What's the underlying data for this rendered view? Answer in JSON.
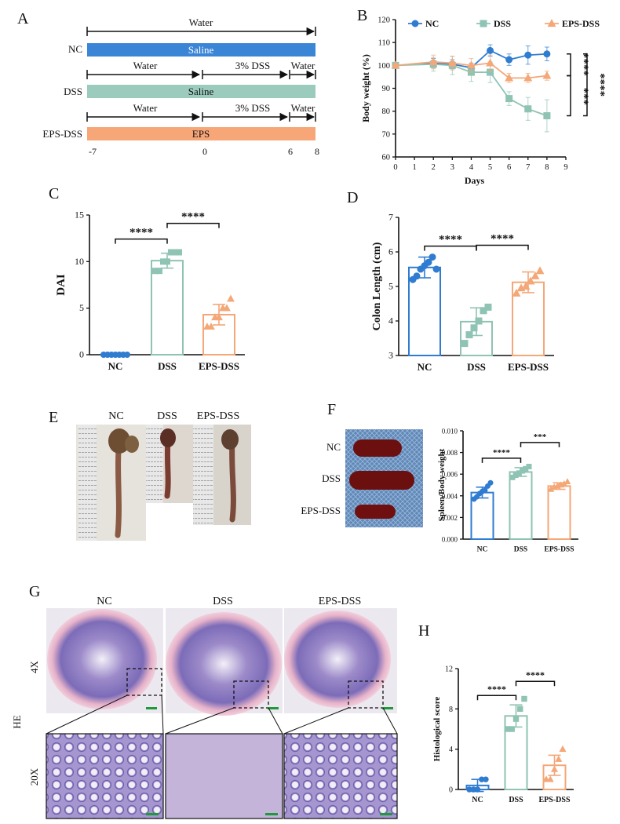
{
  "panel_letters": {
    "A": "A",
    "B": "B",
    "C": "C",
    "D": "D",
    "E": "E",
    "F": "F",
    "G": "G",
    "H": "H"
  },
  "colors": {
    "NC": "#2f7cd1",
    "DSS": "#8fc3b4",
    "EPS-DSS": "#f4a777"
  },
  "scheme": {
    "groups": [
      {
        "name": "NC",
        "bar_label": "Saline",
        "bar_color": "#3a85d6",
        "segments": [
          {
            "label": "Water",
            "from": -7,
            "to": 8
          }
        ]
      },
      {
        "name": "DSS",
        "bar_label": "Saline",
        "bar_color": "#9bcbbd",
        "segments": [
          {
            "label": "Water",
            "from": -7,
            "to": 0
          },
          {
            "label": "3% DSS",
            "from": 0,
            "to": 6
          },
          {
            "label": "Water",
            "from": 6,
            "to": 8
          }
        ]
      },
      {
        "name": "EPS-DSS",
        "bar_label": "EPS",
        "bar_color": "#f7a678",
        "segments": [
          {
            "label": "Water",
            "from": -7,
            "to": 0
          },
          {
            "label": "3% DSS",
            "from": 0,
            "to": 6
          },
          {
            "label": "Water",
            "from": 6,
            "to": 8
          }
        ]
      }
    ],
    "day_ticks": [
      "-7",
      "0",
      "6",
      "8"
    ]
  },
  "chart_data": [
    {
      "id": "B",
      "type": "line",
      "xlabel": "Days",
      "ylabel": "Body weight (%)",
      "xlim": [
        0,
        9
      ],
      "ylim": [
        60,
        120
      ],
      "xticks": [
        0,
        1,
        2,
        3,
        4,
        5,
        6,
        7,
        8,
        9
      ],
      "yticks": [
        60,
        70,
        80,
        90,
        100,
        110,
        120
      ],
      "legend": "top",
      "x": [
        0,
        2,
        3,
        4,
        5,
        6,
        7,
        8
      ],
      "series": [
        {
          "name": "NC",
          "marker": "circle",
          "color": "#2f7cd1",
          "values": [
            100,
            101,
            100.5,
            99,
            106.5,
            102.5,
            104.5,
            105
          ],
          "err": [
            0.5,
            2,
            2,
            2,
            2.5,
            2.5,
            4,
            3
          ]
        },
        {
          "name": "DSS",
          "marker": "square",
          "color": "#8fc3b4",
          "values": [
            100,
            100.5,
            100,
            97,
            97,
            85.5,
            81,
            78
          ],
          "err": [
            0.5,
            3,
            4,
            4,
            4.5,
            3,
            5,
            7
          ]
        },
        {
          "name": "EPS-DSS",
          "marker": "triangle",
          "color": "#f4a777",
          "values": [
            100,
            101.5,
            101,
            100,
            101,
            94.5,
            94.5,
            95.5
          ],
          "err": [
            0.5,
            3,
            3,
            3,
            3.5,
            2,
            2,
            2
          ]
        }
      ],
      "annotations": [
        "****",
        "***",
        "****"
      ]
    },
    {
      "id": "C",
      "type": "bar",
      "ylabel": "DAI",
      "categories": [
        "NC",
        "DSS",
        "EPS-DSS"
      ],
      "values": [
        0,
        10.1,
        4.3
      ],
      "err": [
        0,
        0.8,
        1.1
      ],
      "ylim": [
        0,
        15
      ],
      "yticks": [
        0,
        5,
        10,
        15
      ],
      "points": [
        [
          0,
          0,
          0,
          0,
          0,
          0,
          0
        ],
        [
          9,
          9,
          10,
          10,
          11,
          11,
          11
        ],
        [
          3,
          3,
          4,
          4,
          5,
          5,
          6
        ]
      ],
      "markers": [
        "circle",
        "square",
        "triangle"
      ],
      "annotations": [
        "****",
        "****"
      ]
    },
    {
      "id": "D",
      "type": "bar",
      "ylabel": "Colon Length (cm)",
      "categories": [
        "NC",
        "DSS",
        "EPS-DSS"
      ],
      "values": [
        5.55,
        3.98,
        5.12
      ],
      "err": [
        0.3,
        0.4,
        0.3
      ],
      "ylim": [
        3,
        7
      ],
      "yticks": [
        3,
        4,
        5,
        6,
        7
      ],
      "points": [
        [
          5.2,
          5.3,
          5.5,
          5.6,
          5.7,
          5.85,
          5.5
        ],
        [
          3.35,
          3.6,
          3.8,
          4.0,
          4.3,
          4.4
        ],
        [
          4.8,
          4.95,
          5.0,
          5.15,
          5.3,
          5.45
        ]
      ],
      "markers": [
        "circle",
        "square",
        "triangle"
      ],
      "annotations": [
        "****",
        "****"
      ]
    },
    {
      "id": "F",
      "type": "bar",
      "ylabel": "Spleen/Body weight",
      "categories": [
        "NC",
        "DSS",
        "EPS-DSS"
      ],
      "values": [
        0.0043,
        0.0062,
        0.0049
      ],
      "err": [
        0.0005,
        0.0004,
        0.0003
      ],
      "ylim": [
        0,
        0.01
      ],
      "yticks": [
        "0.000",
        "0.002",
        "0.004",
        "0.006",
        "0.008",
        "0.010"
      ],
      "points": [
        [
          0.0037,
          0.0039,
          0.0042,
          0.0044,
          0.0045,
          0.0049,
          0.0052
        ],
        [
          0.0057,
          0.0059,
          0.0061,
          0.0063,
          0.0065,
          0.0067
        ],
        [
          0.0046,
          0.0048,
          0.0049,
          0.005,
          0.0051,
          0.0053
        ]
      ],
      "markers": [
        "circle",
        "square",
        "triangle"
      ],
      "annotations": [
        "****",
        "***"
      ]
    },
    {
      "id": "H",
      "type": "bar",
      "ylabel": "Histological score",
      "categories": [
        "NC",
        "DSS",
        "EPS-DSS"
      ],
      "values": [
        0.4,
        7.3,
        2.4
      ],
      "err": [
        0.6,
        1.1,
        1.0
      ],
      "ylim": [
        0,
        12
      ],
      "yticks": [
        0,
        4,
        8,
        12
      ],
      "points": [
        [
          0,
          0,
          0,
          1,
          1
        ],
        [
          6,
          6,
          7,
          8,
          9
        ],
        [
          1,
          1,
          2,
          3,
          4
        ]
      ],
      "markers": [
        "circle",
        "square",
        "triangle"
      ],
      "annotations": [
        "****",
        "****"
      ]
    }
  ],
  "photos": {
    "E": {
      "labels": [
        "NC",
        "DSS",
        "EPS-DSS"
      ]
    },
    "F": {
      "labels": [
        "NC",
        "DSS",
        "EPS-DSS"
      ]
    },
    "G": {
      "col_labels": [
        "NC",
        "DSS",
        "EPS-DSS"
      ],
      "row_labels": [
        "4X",
        "20X"
      ],
      "stain": "HE"
    }
  }
}
